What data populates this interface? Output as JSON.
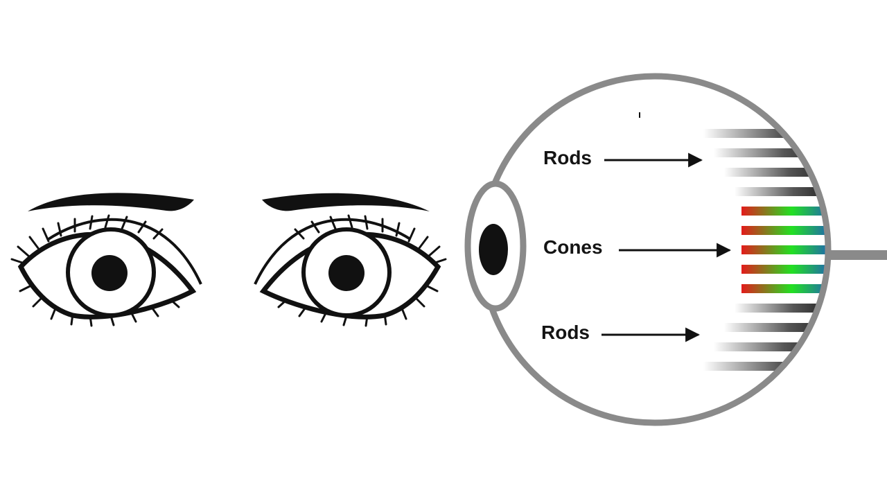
{
  "labels": {
    "rods_top": "Rods",
    "cones": "Cones",
    "rods_bottom": "Rods"
  },
  "colors": {
    "eyeball_outline": "#8a8a8a",
    "line_art": "#111111",
    "rod_band": "#222222",
    "cone_red": "#e31b1b",
    "cone_green": "#22e022",
    "cone_blue": "#1f3fe0"
  },
  "icons": {
    "left_figure": "pair-of-eyes-icon",
    "right_figure": "eyeball-cross-section-icon"
  },
  "photoreceptors": {
    "rods_above_count": 4,
    "cones_count": 5,
    "rods_below_count": 4
  }
}
